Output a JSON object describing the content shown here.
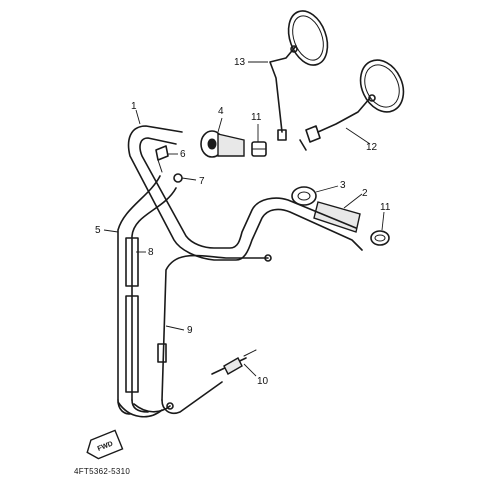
{
  "callouts": {
    "c1": "1",
    "c2": "2",
    "c3": "3",
    "c4": "4",
    "c5": "5",
    "c6": "6",
    "c7": "7",
    "c8": "8",
    "c9": "9",
    "c10": "10",
    "c11a": "11",
    "c11b": "11",
    "c12": "12",
    "c13": "13"
  },
  "direction_arrow_label": "FWD",
  "diagram_code": "4FT5362-5310"
}
